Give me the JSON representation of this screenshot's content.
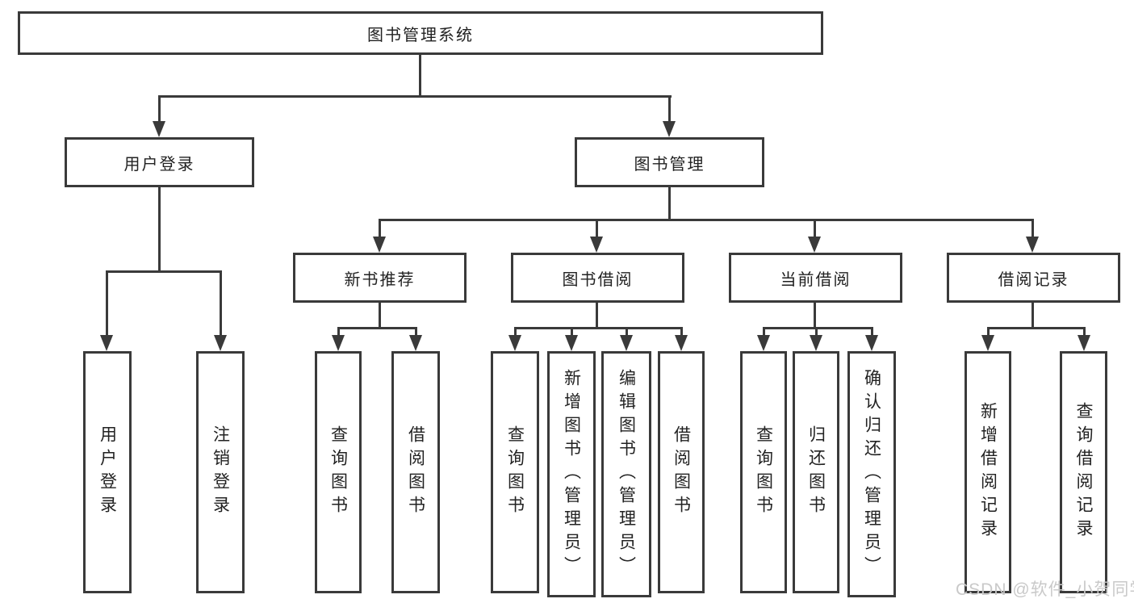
{
  "diagram": {
    "root": {
      "label": "图书管理系统"
    },
    "level2": [
      {
        "label": "用户登录"
      },
      {
        "label": "图书管理"
      }
    ],
    "level3": [
      {
        "label": "新书推荐"
      },
      {
        "label": "图书借阅"
      },
      {
        "label": "当前借阅"
      },
      {
        "label": "借阅记录"
      }
    ],
    "leaves": {
      "login": [
        "用户登录",
        "注销登录"
      ],
      "recommend": [
        "查询图书",
        "借阅图书"
      ],
      "borrow": [
        "查询图书",
        "新增图书（管理员）",
        "编辑图书（管理员）",
        "借阅图书"
      ],
      "current": [
        "查询图书",
        "归还图书",
        "确认归还（管理员）"
      ],
      "record": [
        "新增借阅记录",
        "查询借阅记录"
      ]
    }
  },
  "watermark": "CSDN @软件_小贺同学",
  "colors": {
    "line": "#3a3a3a",
    "text": "#222222",
    "watermark": "#c9c9c9",
    "background": "#ffffff"
  }
}
